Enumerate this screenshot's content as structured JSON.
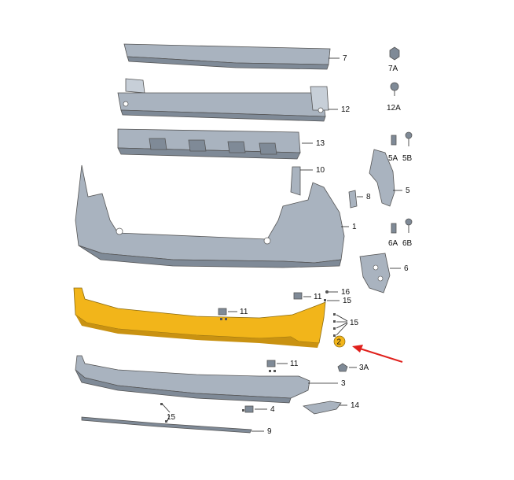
{
  "labels": {
    "p7": "7",
    "p7a": "7A",
    "p12": "12",
    "p12a": "12A",
    "p13": "13",
    "p5a": "5A",
    "p5b": "5B",
    "p10": "10",
    "p5": "5",
    "p8": "8",
    "p1": "1",
    "p6a": "6A",
    "p6b": "6B",
    "p6": "6",
    "p16": "16",
    "p11a": "11",
    "p15a": "15",
    "p11b": "11",
    "p15b": "15",
    "p2": "2",
    "p11c": "11",
    "p3a": "3A",
    "p3": "3",
    "p14": "14",
    "p15c": "15",
    "p4": "4",
    "p9": "9"
  },
  "colors": {
    "highlight_part": "#f2b51a",
    "highlight_badge": "#f2b51a",
    "arrow": "#e0201c",
    "parts": "#a9b3bf"
  }
}
